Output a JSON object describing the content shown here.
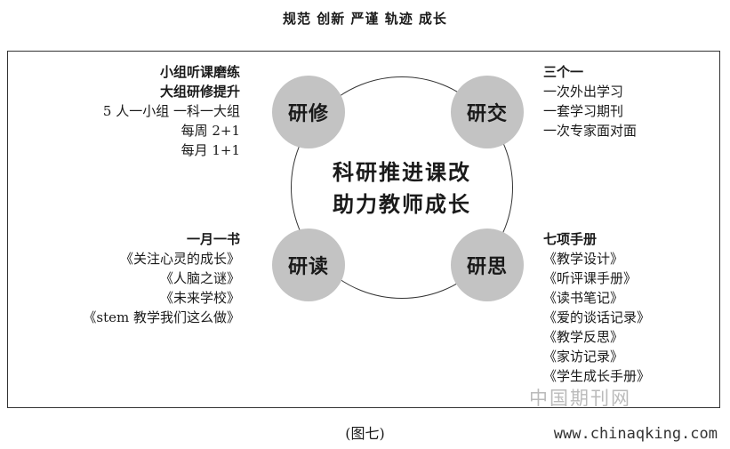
{
  "title": "规范 创新 严谨 轨迹 成长",
  "center": {
    "line1": "科研推进课改",
    "line2": "助力教师成长"
  },
  "nodes": {
    "top_left": "研修",
    "top_right": "研交",
    "bottom_left": "研读",
    "bottom_right": "研思"
  },
  "blocks": {
    "top_left": {
      "heads": [
        "小组听课磨练",
        "大组研修提升"
      ],
      "lines": [
        "5 人一小组  一科一大组",
        "每周 2+1",
        "每月 1+1"
      ]
    },
    "top_right": {
      "heads": [
        "三个一"
      ],
      "lines": [
        "一次外出学习",
        "一套学习期刊",
        "一次专家面对面"
      ]
    },
    "bottom_left": {
      "heads": [
        "一月一书"
      ],
      "lines": [
        "《关注心灵的成长》",
        "《人脑之谜》",
        "《未来学校》",
        "《stem 教学我们这么做》"
      ]
    },
    "bottom_right": {
      "heads": [
        "七项手册"
      ],
      "lines": [
        "《教学设计》",
        "《听评课手册》",
        "《读书笔记》",
        "《爱的谈话记录》",
        "《教学反思》",
        "《家访记录》",
        "《学生成长手册》"
      ]
    }
  },
  "caption": "(图七)",
  "watermark": {
    "cn": "中国期刊网",
    "url": "www.chinaqking.com"
  }
}
